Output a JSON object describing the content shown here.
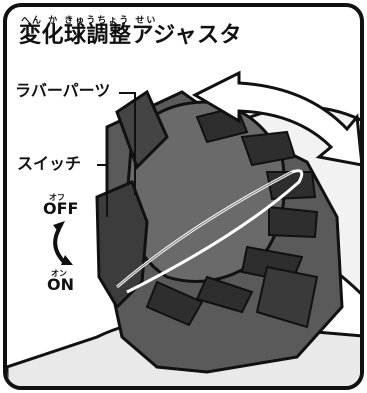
{
  "ruby": {
    "title": "へん か きゅうちょう せい"
  },
  "title": "変化球調整アジャスタ",
  "labels": {
    "rubber_parts": "ラバーパーツ",
    "switch": "スイッチ",
    "off_ruby": "オフ",
    "off": "OFF",
    "on_ruby": "オン",
    "on": "ON"
  }
}
